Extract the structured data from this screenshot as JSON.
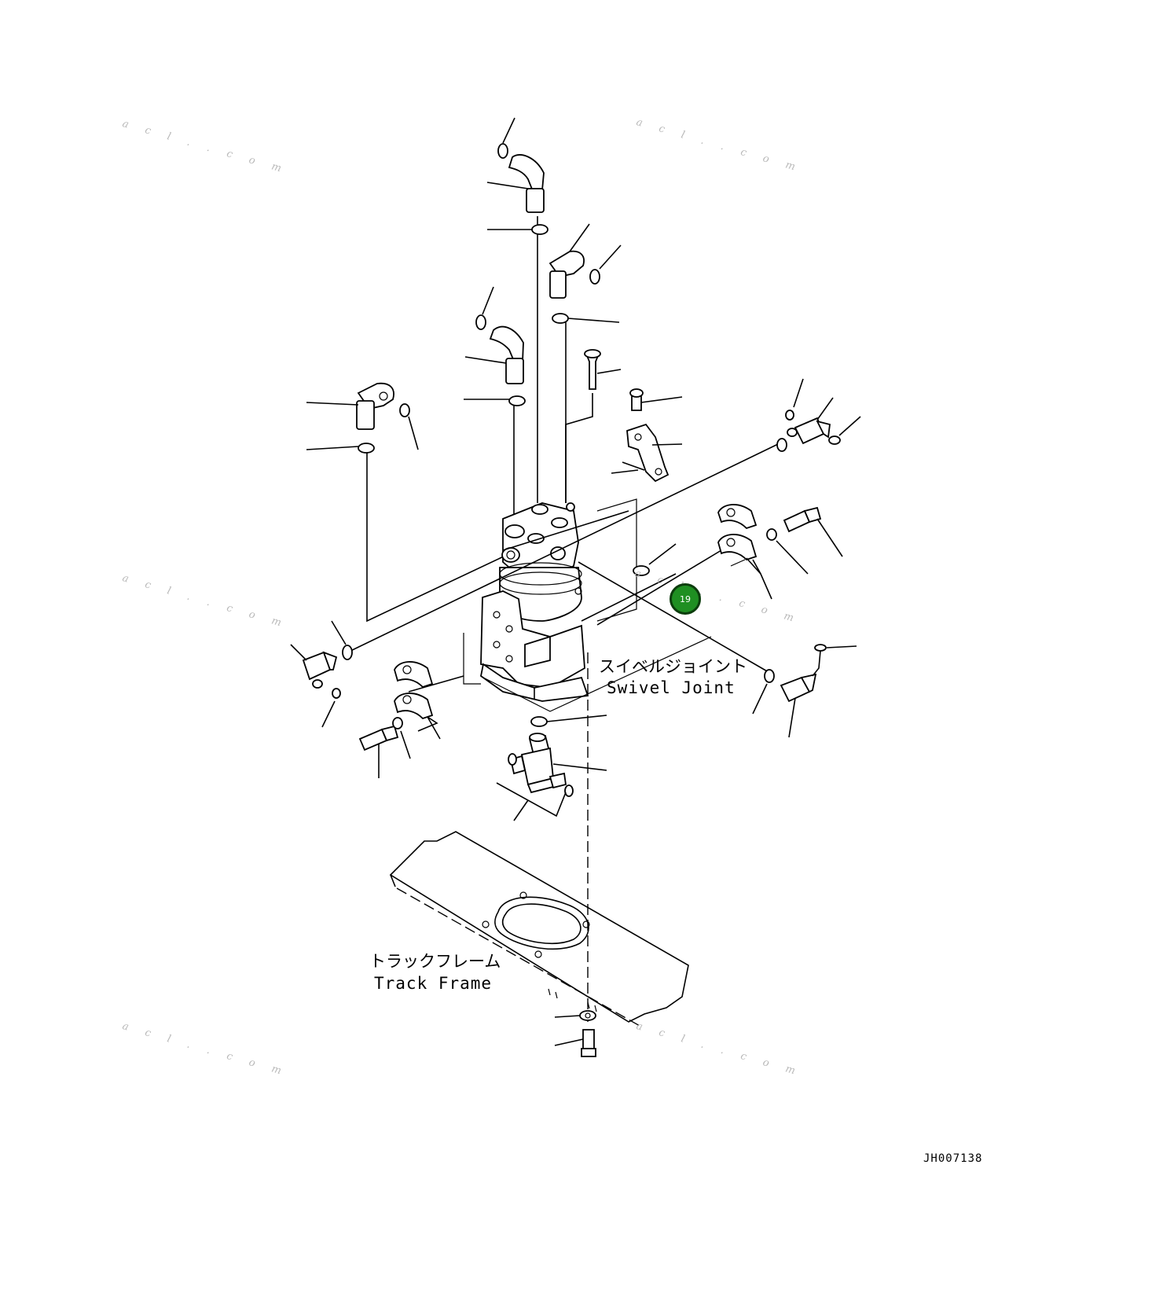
{
  "labels": {
    "swivel_joint_jp": "スイベルジョイント",
    "swivel_joint_en": "Swivel Joint",
    "track_frame_jp": "トラックフレーム",
    "track_frame_en": "Track Frame",
    "drawing_code": "JH007138"
  },
  "callouts": [
    {
      "number": "19",
      "color": "#1f8f22"
    }
  ],
  "watermark": "a c l . . c o m",
  "icons": {
    "callout": "green-circle-icon"
  }
}
